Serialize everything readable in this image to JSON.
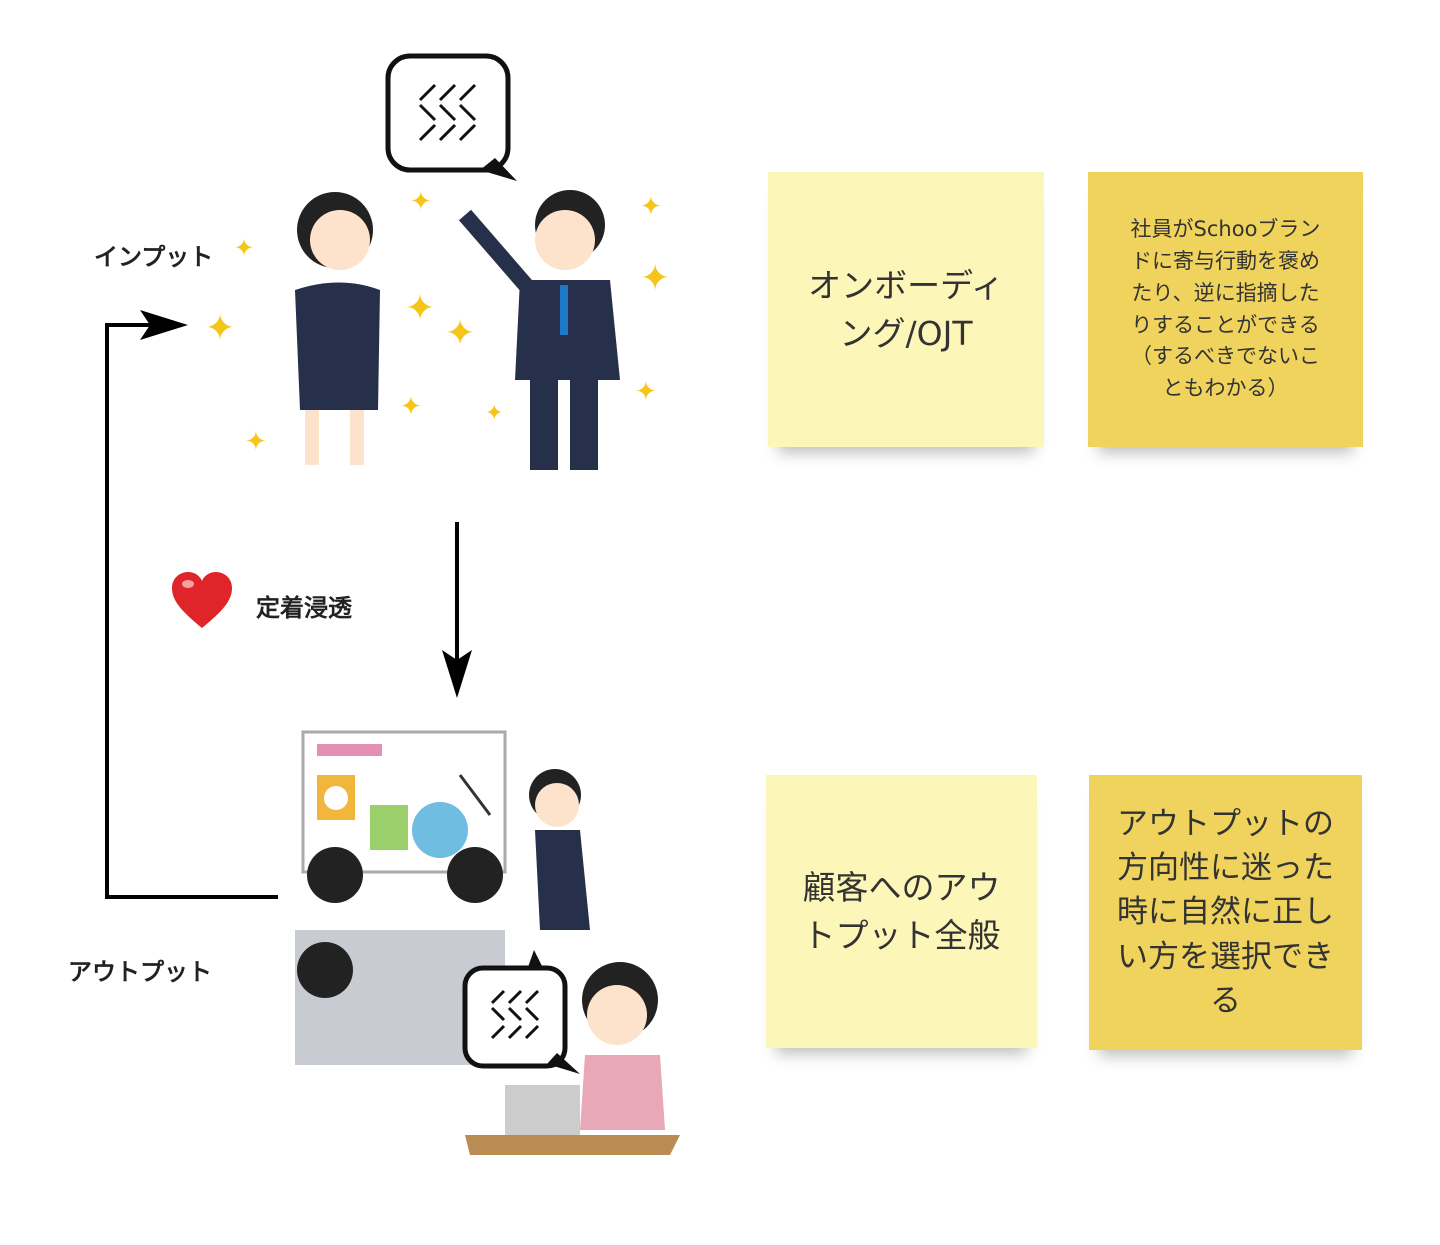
{
  "labels": {
    "input": "インプット",
    "fixation": "定着浸透",
    "output": "アウトプット"
  },
  "notes": [
    {
      "text": "オンボーディ\nング/OJT",
      "color": "#fdf6b9"
    },
    {
      "text": "社員がSchooブラン\nドに寄与行動を褒め\nたり、逆に指摘した\nりすることができる\n（するべきでないこ\nともわかる）",
      "color": "#f0d35c"
    },
    {
      "text": "顧客へのアウ\nトプット全般",
      "color": "#fdf6b9"
    },
    {
      "text": "アウトプットの\n方向性に迷った\n時に自然に正し\nい方を選択でき\nる",
      "color": "#f0d35c"
    }
  ]
}
